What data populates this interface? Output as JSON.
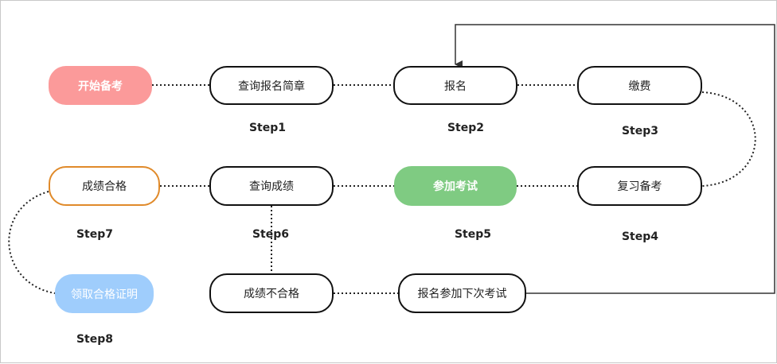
{
  "nodes": {
    "start": "开始备考",
    "brochure": "查询报名简章",
    "register": "报名",
    "pay": "缴费",
    "review": "复习备考",
    "exam": "参加考试",
    "check": "查询成绩",
    "pass": "成绩合格",
    "certificate": "领取合格证明",
    "fail": "成绩不合格",
    "retake": "报名参加下次考试"
  },
  "steps": {
    "s1": "Step1",
    "s2": "Step2",
    "s3": "Step3",
    "s4": "Step4",
    "s5": "Step5",
    "s6": "Step6",
    "s7": "Step7",
    "s8": "Step8"
  },
  "colors": {
    "start_fill": "#fb9a9a",
    "exam_fill": "#7fcb82",
    "pass_border": "#e08a2a",
    "cert_fill": "#9fcdfc"
  }
}
